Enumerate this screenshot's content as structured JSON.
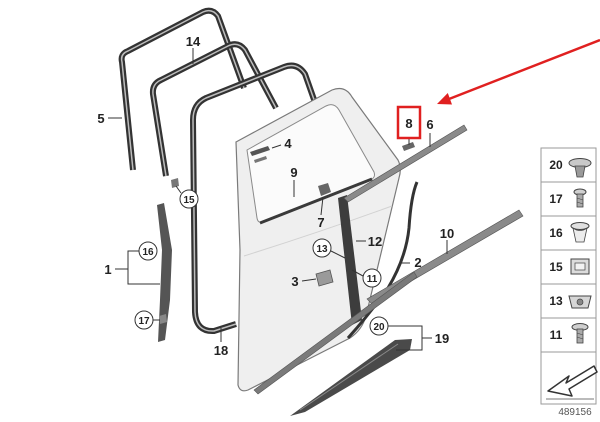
{
  "callouts": {
    "part_14": "14",
    "part_5": "5",
    "part_4": "4",
    "part_8": "8",
    "part_6": "6",
    "part_9": "9",
    "part_15": "15",
    "part_7": "7",
    "part_12": "12",
    "part_16": "16",
    "part_1": "1",
    "part_13": "13",
    "part_3": "3",
    "part_11": "11",
    "part_2": "2",
    "part_10": "10",
    "part_17": "17",
    "part_18": "18",
    "part_20": "20",
    "part_19": "19"
  },
  "legend": {
    "items": [
      {
        "label": "20",
        "icon": "push-rivet-icon"
      },
      {
        "label": "17",
        "icon": "expanding-screw-icon"
      },
      {
        "label": "16",
        "icon": "expanding-clip-icon"
      },
      {
        "label": "15",
        "icon": "square-clip-icon"
      },
      {
        "label": "13",
        "icon": "clip-nut-icon"
      },
      {
        "label": "11",
        "icon": "screw-icon"
      }
    ],
    "footer_icon": "arrow-icon"
  },
  "reference_number": "489156",
  "colors": {
    "highlight": "#e02020",
    "part_dark": "#3a3a3a",
    "door_fill": "#efefef"
  }
}
